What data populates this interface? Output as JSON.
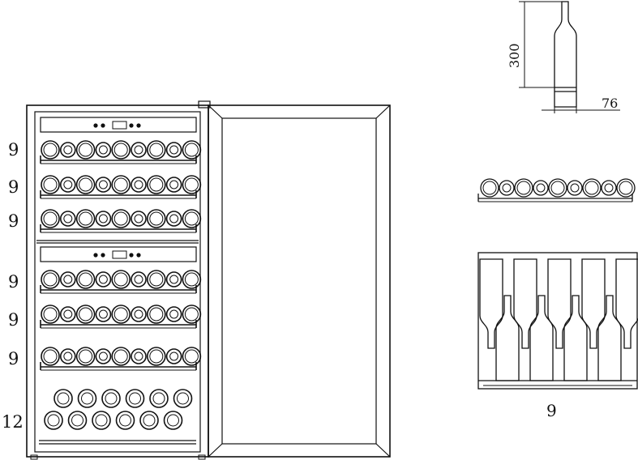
{
  "shelf_capacities": [
    "9",
    "9",
    "9",
    "9",
    "9",
    "9",
    "12"
  ],
  "bottle_dimensions": {
    "height": "300",
    "diameter": "76"
  },
  "rack_capacity": "9",
  "colors": {
    "line": "#111111",
    "background": "#ffffff"
  }
}
